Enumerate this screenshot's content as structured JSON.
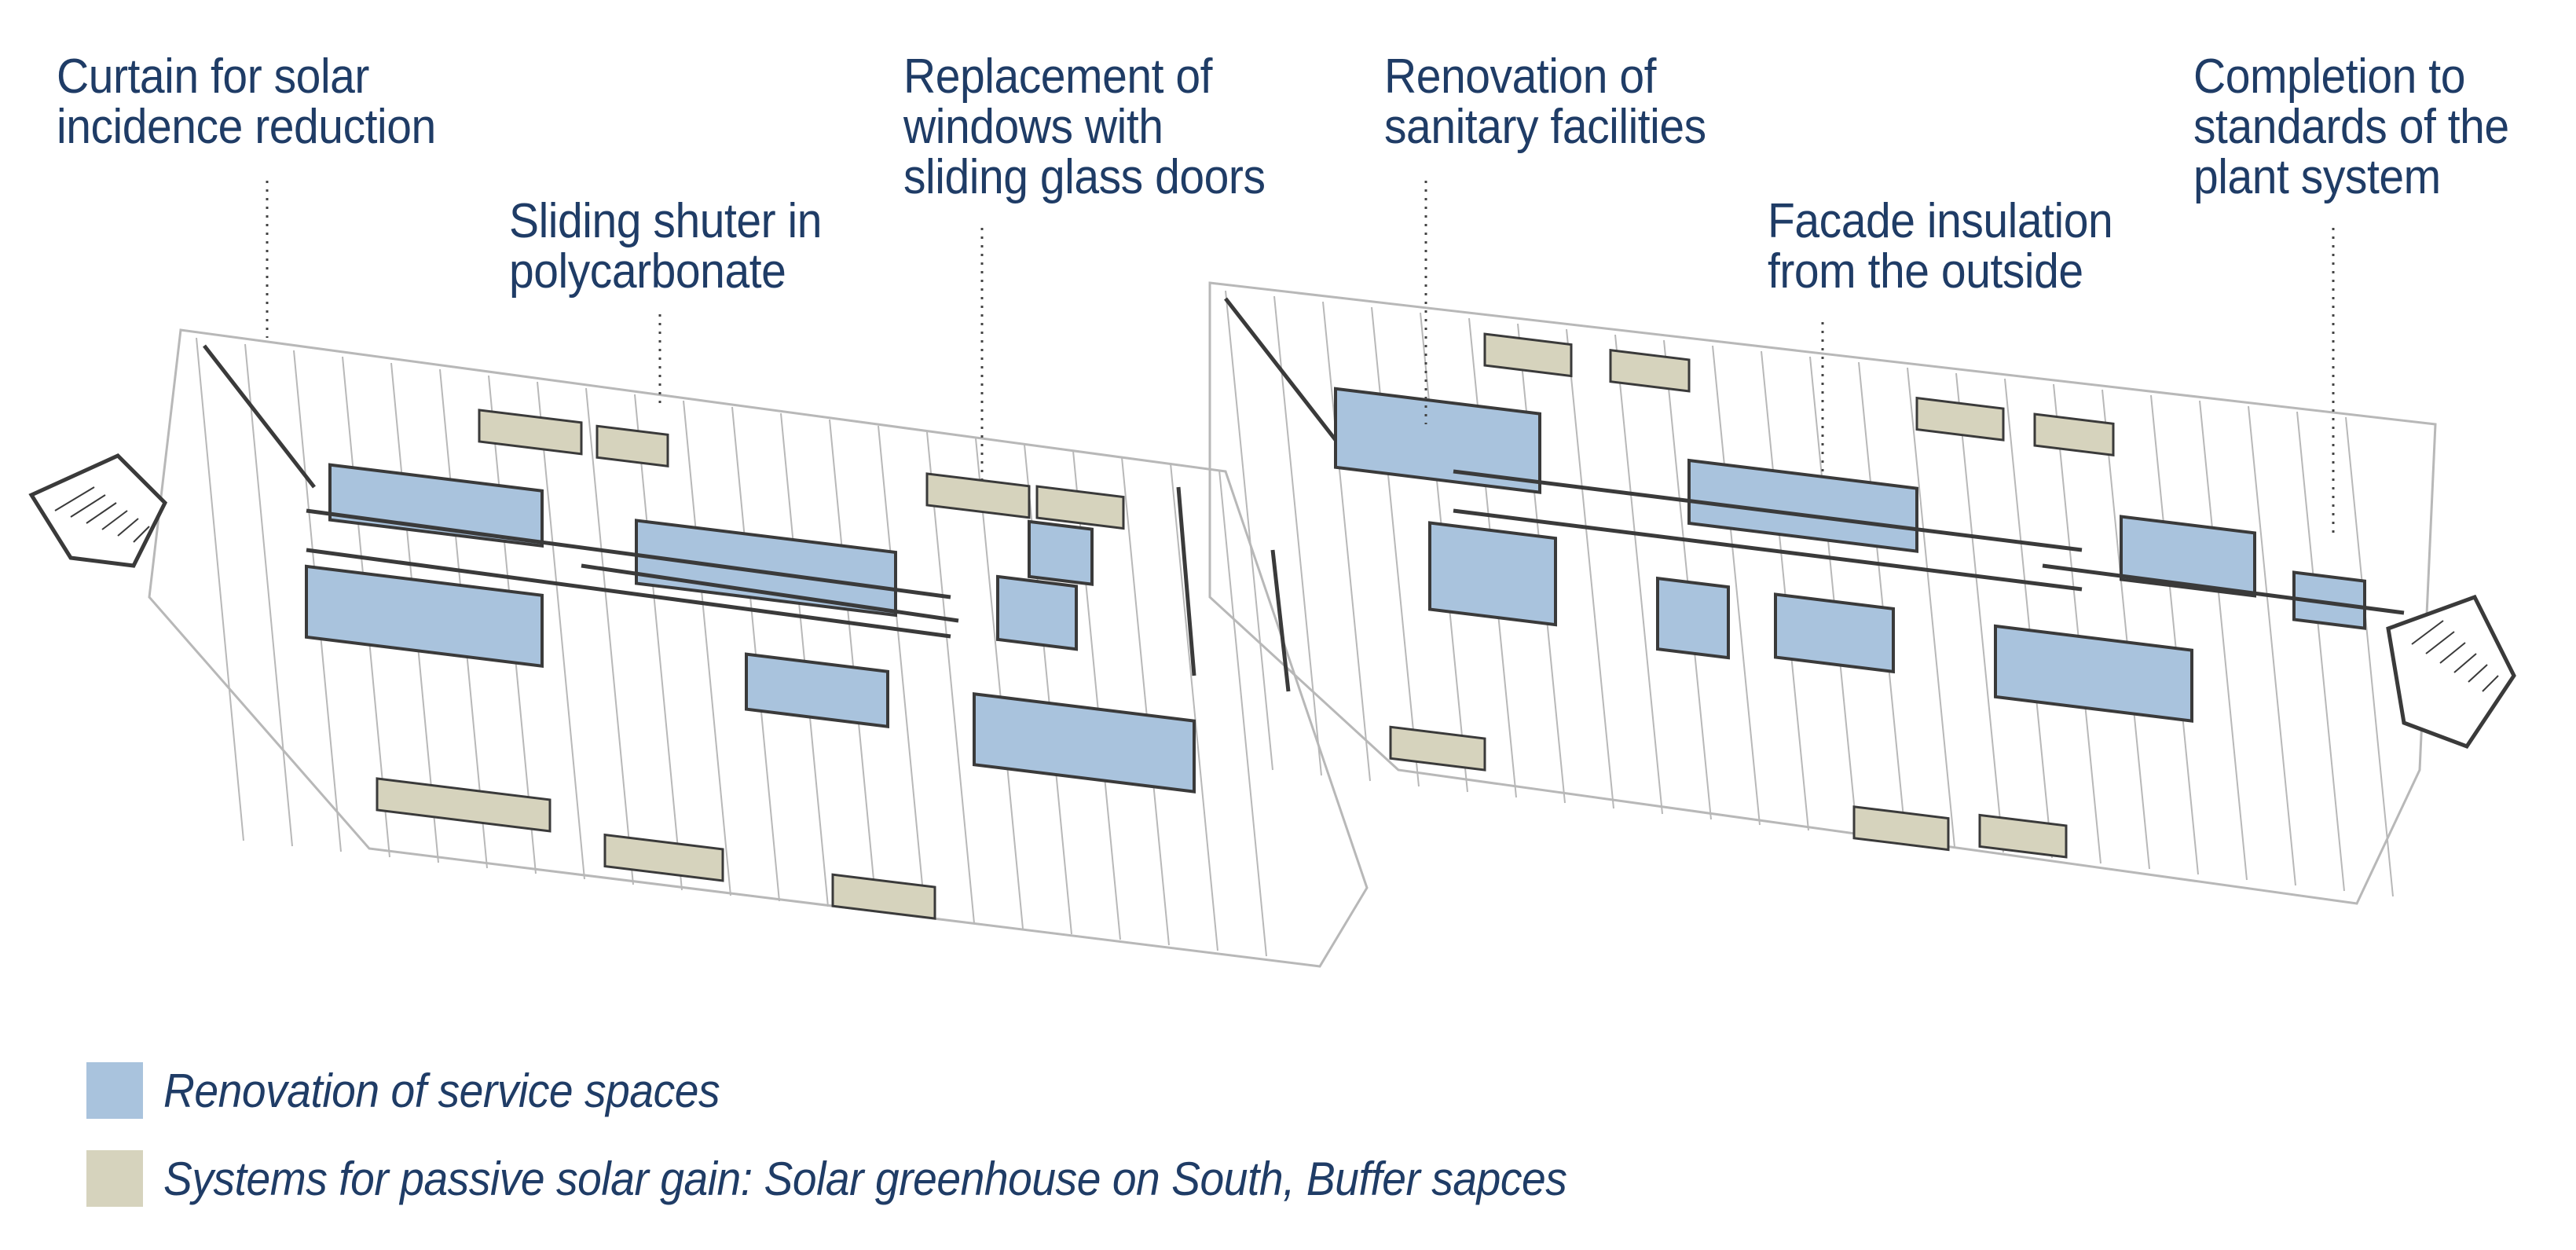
{
  "colors": {
    "text": "#1f3c66",
    "service_fill": "#a9c3dd",
    "solar_fill": "#d6d3bd",
    "wall_line": "#3a3a3a",
    "light_line": "#b8b8b8"
  },
  "callouts": [
    {
      "id": "curtain",
      "lines": [
        "Curtain for solar",
        "incidence reduction"
      ]
    },
    {
      "id": "shutter",
      "lines": [
        "Sliding shuter in",
        "polycarbonate"
      ]
    },
    {
      "id": "windows",
      "lines": [
        "Replacement of",
        "windows with",
        "sliding glass doors"
      ]
    },
    {
      "id": "sanitary",
      "lines": [
        "Renovation of",
        "sanitary facilities"
      ]
    },
    {
      "id": "facade",
      "lines": [
        "Facade insulation",
        "from the outside"
      ]
    },
    {
      "id": "plant",
      "lines": [
        "Completion to",
        "standards of the",
        "plant system"
      ]
    }
  ],
  "legend": [
    {
      "label": "Renovation of service spaces",
      "swatch": "#a9c3dd"
    },
    {
      "label": "Systems for passive solar gain: Solar greenhouse on South, Buffer sapces",
      "swatch": "#d6d3bd"
    }
  ]
}
